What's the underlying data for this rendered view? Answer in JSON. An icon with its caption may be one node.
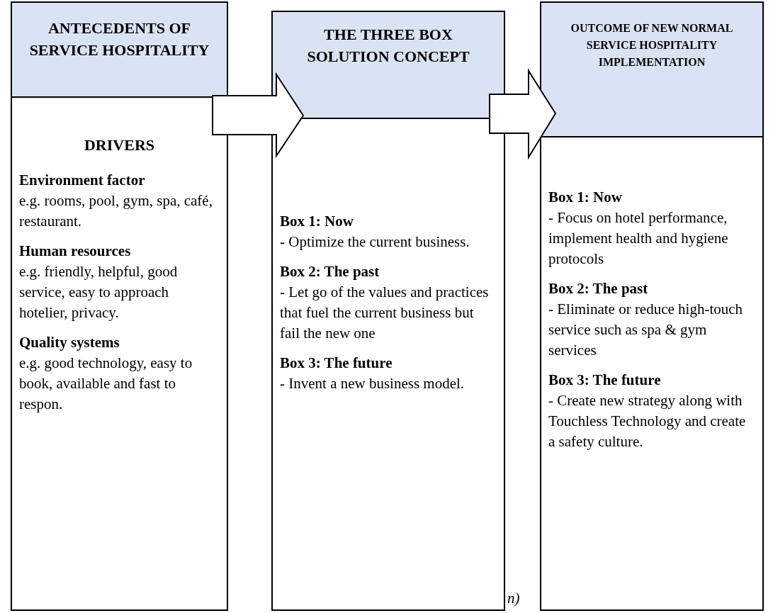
{
  "diagram": {
    "nodes": [
      {
        "text": [
          "ANTECEDENTS OF SERVICE HOSPITALITY",
          "DRIVERS",
          "Environment factor",
          "e.g. rooms, pool, gym, spa, café, restaurant.",
          "Human resources",
          "e.g. friendly, helpful, good service, easy to approach hotelier, privacy.",
          "Quality systems",
          "e.g. good technology, easy to book, available and fast to respon."
        ]
      },
      {
        "text": [
          "THE THREE BOX SOLUTION CONCEPT",
          "Box 1: Now",
          "- Optimize the current business.",
          "Box 2: The past",
          "- Let go of the values and practices that fuel the current business but fail the new one",
          "Box 3: The future",
          "- Invent a new business model."
        ]
      },
      {
        "text": [
          "OUTCOME OF NEW NORMAL SERVICE HOSPITALITY IMPLEMENTATION",
          "Box 1: Now",
          "- Focus on hotel performance, implement health and hygiene protocols",
          "Box 2: The past",
          "- Eliminate or reduce high-touch service such as spa & gym services",
          "Box 3: The future",
          "- Create new strategy along with Touchless Technology and create a safety culture."
        ]
      }
    ],
    "edges": [
      {
        "from": 0,
        "to": 1,
        "arrow": "to"
      },
      {
        "from": 1,
        "to": 2,
        "arrow": "to"
      }
    ],
    "labels": [
      "n)"
    ]
  }
}
